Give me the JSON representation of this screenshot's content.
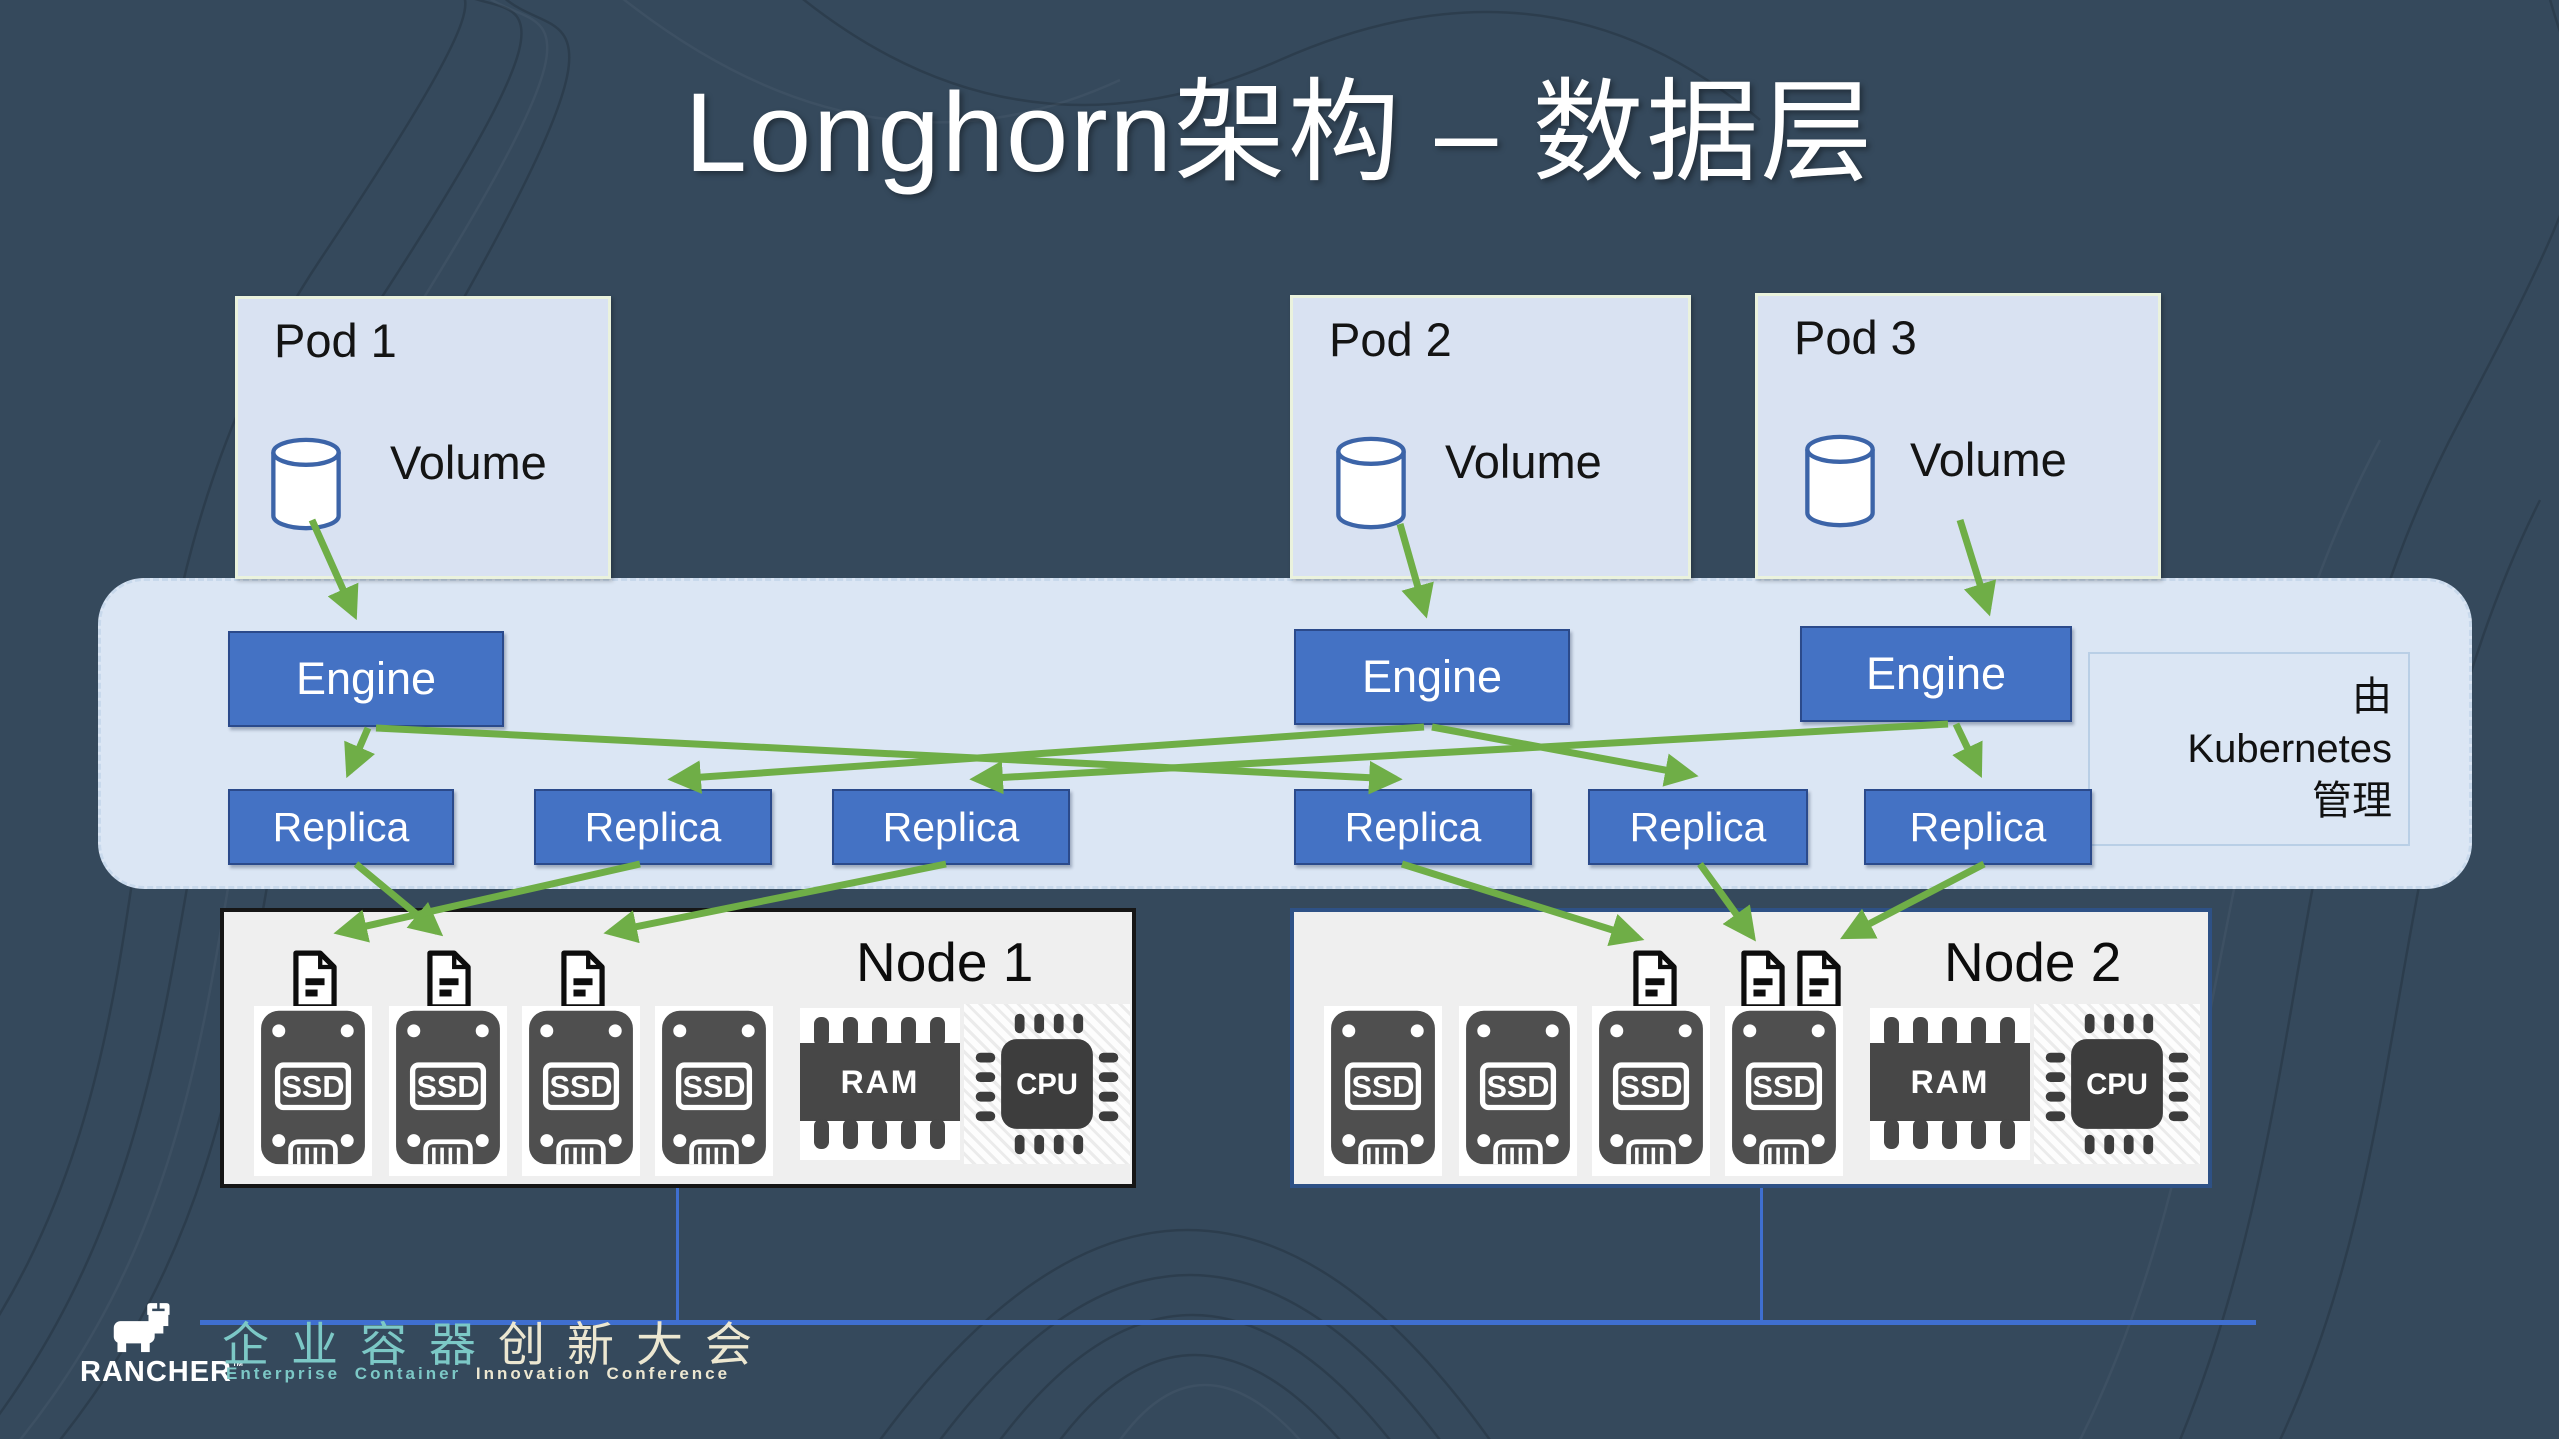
{
  "title": "Longhorn架构 – 数据层",
  "pods": [
    {
      "name": "Pod 1",
      "volume_label": "Volume"
    },
    {
      "name": "Pod 2",
      "volume_label": "Volume"
    },
    {
      "name": "Pod 3",
      "volume_label": "Volume"
    }
  ],
  "band": {
    "engines": [
      {
        "label": "Engine"
      },
      {
        "label": "Engine"
      },
      {
        "label": "Engine"
      }
    ],
    "replicas": [
      {
        "label": "Replica"
      },
      {
        "label": "Replica"
      },
      {
        "label": "Replica"
      },
      {
        "label": "Replica"
      },
      {
        "label": "Replica"
      },
      {
        "label": "Replica"
      }
    ],
    "note": {
      "line1": "由",
      "line2": "Kubernetes",
      "line3": "管理"
    }
  },
  "nodes": [
    {
      "label": "Node 1"
    },
    {
      "label": "Node 2"
    }
  ],
  "hardware": {
    "ssd": "SSD",
    "ram": "RAM",
    "cpu": "CPU"
  },
  "footer": {
    "brand": "RANCHER",
    "trademark": "™",
    "conference_zh_left": "企业容器",
    "conference_zh_right": "创新大会",
    "conference_en_left": "Enterprise Container",
    "conference_en_right": "Innovation Conference"
  },
  "icons": {
    "volume": "database-cylinder-icon",
    "file": "document-file-icon",
    "ssd": "ssd-drive-icon",
    "ram": "ram-chip-icon",
    "cpu": "cpu-chip-icon",
    "logo": "rancher-bull-icon"
  },
  "colors": {
    "background": "#35495c",
    "box_blue": "#4472c4",
    "band_fill": "#dbe6f4",
    "pod_fill": "#d9e2f2",
    "pod_border": "#eaf2dd",
    "arrow_green": "#6fae47",
    "node_fill": "#efefef",
    "node1_border": "#161616",
    "node2_border": "#2e5186",
    "network_blue": "#3f6fd0",
    "teal_text": "#7cc8c6",
    "cream_text": "#ece7d1"
  }
}
